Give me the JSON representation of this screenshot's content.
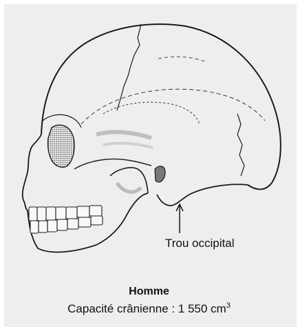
{
  "figure": {
    "subject": "skull-lateral-view",
    "colors": {
      "background": "#eeeeee",
      "outline": "#1a1a1a",
      "shading": "#888888"
    }
  },
  "labels": {
    "foramen": "Trou occipital"
  },
  "caption": {
    "title": "Homme",
    "capacity_text": "Capacité crânienne : 1 550 cm",
    "capacity_exponent": "3"
  }
}
